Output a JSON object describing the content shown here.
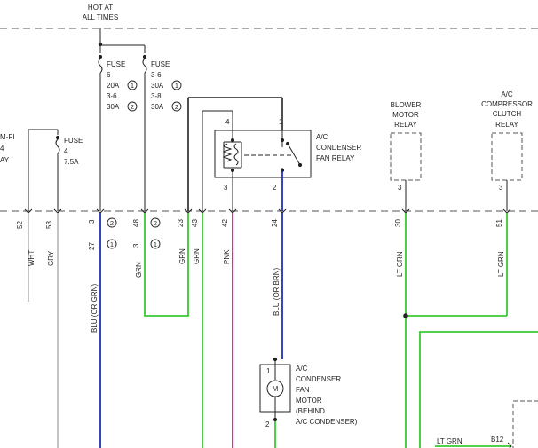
{
  "header": {
    "line1": "HOT AT",
    "line2": "ALL TIMES"
  },
  "fuses": {
    "left": {
      "name": "FUSE",
      "num": "4",
      "amp": "7.5A"
    },
    "a": {
      "name": "FUSE",
      "num": "6",
      "amp1": "20A",
      "num2": "3-6",
      "amp2": "30A"
    },
    "b": {
      "name": "FUSE",
      "num": "3-6",
      "amp1": "30A",
      "num2": "3-8",
      "amp2": "30A"
    }
  },
  "variant_marks": {
    "one": "1",
    "two": "2"
  },
  "partial_left": {
    "line1": "M-FI",
    "line2": "4",
    "line3": "AY"
  },
  "relays": {
    "fan_relay": {
      "line1": "A/C",
      "line2": "CONDENSER",
      "line3": "FAN RELAY",
      "pin_4": "4",
      "pin_1": "1",
      "pin_3": "3",
      "pin_2": "2"
    },
    "blower": {
      "line1": "BLOWER",
      "line2": "MOTOR",
      "line3": "RELAY",
      "pin": "3"
    },
    "clutch": {
      "line1": "A/C",
      "line2": "COMPRESSOR",
      "line3": "CLUTCH",
      "line4": "RELAY",
      "pin": "3"
    }
  },
  "motor": {
    "line1": "A/C",
    "line2": "CONDENSER",
    "line3": "FAN",
    "line4": "MOTOR",
    "line5": "(BEHIND",
    "line6": "A/C CONDENSER)",
    "symbol": "M",
    "pin_top": "1",
    "pin_bottom": "2"
  },
  "connector_pins": {
    "p52": "52",
    "p53": "53",
    "p3a": "3",
    "p48": "48",
    "p23": "23",
    "p43": "43",
    "p42": "42",
    "p24": "24",
    "p30": "30",
    "p51": "51"
  },
  "lower_pins": {
    "p27": "27",
    "p3b": "3"
  },
  "wires": {
    "wht": "WHT",
    "gry": "GRY",
    "blu_or_grn": "BLU (OR GRN)",
    "grn": "GRN",
    "pnk": "PNK",
    "blu_or_brn": "BLU (OR BRN)",
    "lt_grn": "LT GRN"
  },
  "bottom": {
    "wire": "LT GRN",
    "connector": "B12"
  },
  "colors": {
    "black": "#222222",
    "blue": "#1f2fb8",
    "green": "#39c935",
    "pink": "#d4215e",
    "gray": "#aaaaaa",
    "dash": "#555555"
  }
}
